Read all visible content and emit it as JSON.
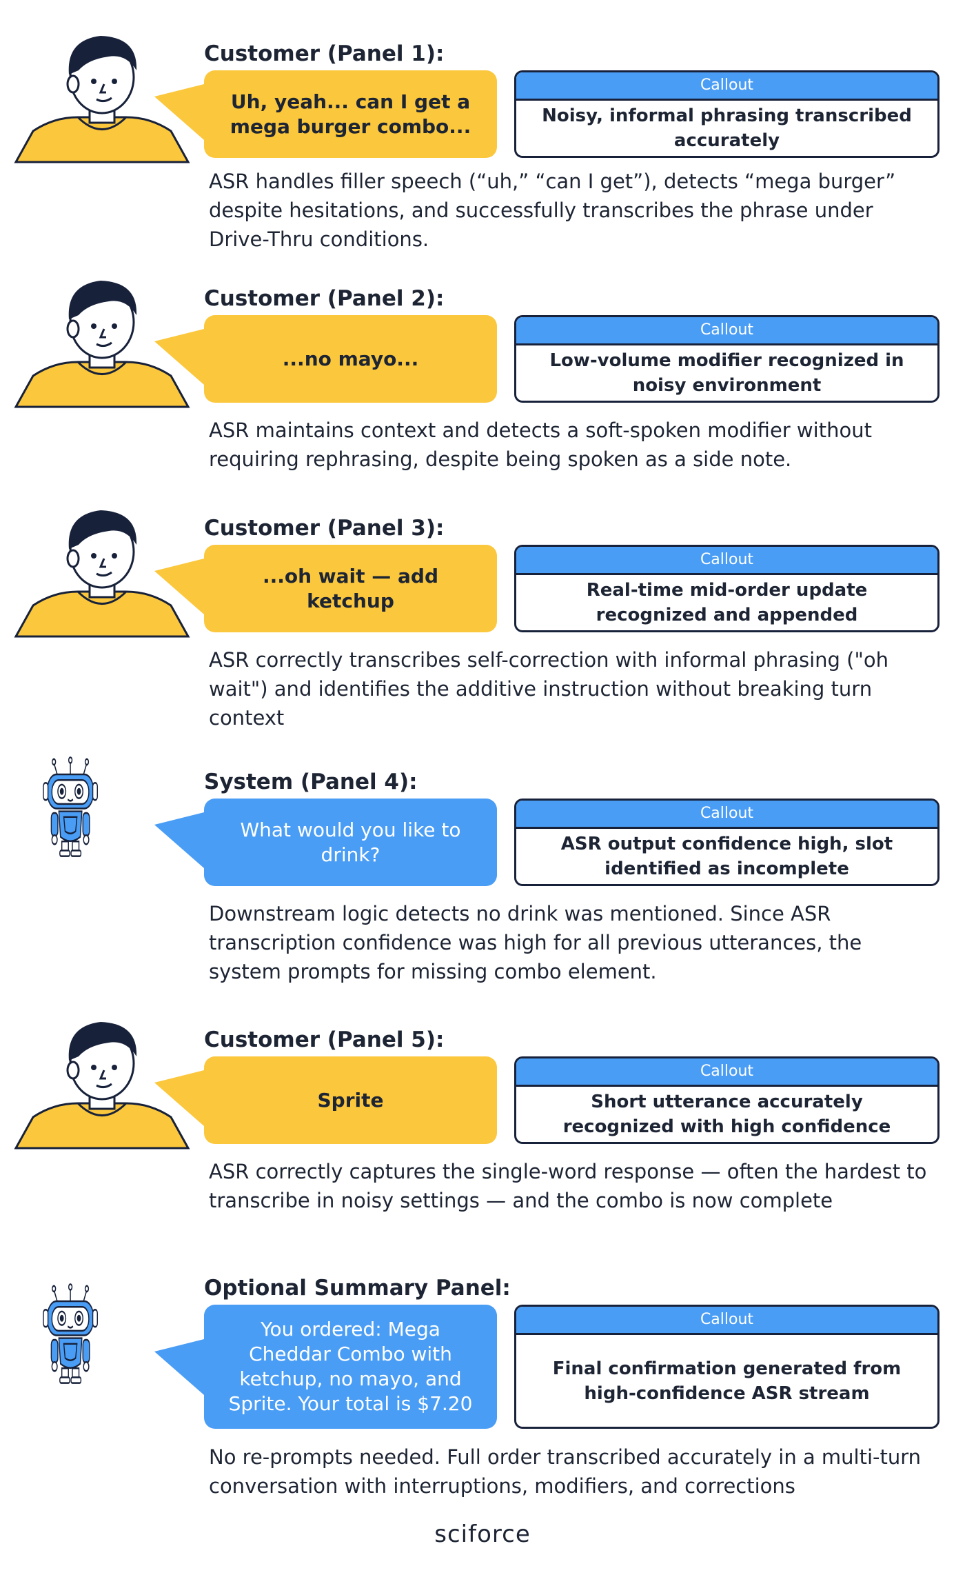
{
  "colors": {
    "customer_bubble": "#fbc73c",
    "system_bubble": "#4a9df5",
    "callout_header": "#4a9df5",
    "outline": "#17213a"
  },
  "panels": [
    {
      "speaker": "customer",
      "avatar_icon": "customer-avatar-icon",
      "title": "Customer (Panel 1):",
      "bubble": "Uh, yeah... can I get a mega burger combo...",
      "callout_label": "Callout",
      "callout_text": "Noisy, informal phrasing transcribed accurately",
      "description": "ASR handles filler speech (“uh,” “can I get”), detects “mega burger” despite hesitations, and successfully transcribes the phrase under Drive-Thru conditions."
    },
    {
      "speaker": "customer",
      "avatar_icon": "customer-avatar-icon",
      "title": "Customer (Panel 2):",
      "bubble": "...no mayo...",
      "callout_label": "Callout",
      "callout_text": "Low-volume modifier recognized in noisy environment",
      "description": "ASR maintains context and detects a soft-spoken modifier without requiring rephrasing, despite being spoken as a side note."
    },
    {
      "speaker": "customer",
      "avatar_icon": "customer-avatar-icon",
      "title": "Customer (Panel 3):",
      "bubble": "...oh wait — add ketchup",
      "callout_label": "Callout",
      "callout_text": "Real-time mid-order update recognized and appended",
      "description": "ASR correctly transcribes self-correction with informal phrasing (\"oh wait\") and identifies the additive instruction without breaking turn context"
    },
    {
      "speaker": "system",
      "avatar_icon": "robot-avatar-icon",
      "title": "System (Panel 4):",
      "bubble": "What would you like to drink?",
      "callout_label": "Callout",
      "callout_text": "ASR output confidence high, slot identified as incomplete",
      "description": "Downstream logic detects no drink was mentioned. Since ASR transcription confidence was high for all previous utterances, the system prompts for missing combo element."
    },
    {
      "speaker": "customer",
      "avatar_icon": "customer-avatar-icon",
      "title": "Customer (Panel 5):",
      "bubble": "Sprite",
      "callout_label": "Callout",
      "callout_text": "Short utterance accurately recognized with high confidence",
      "description": "ASR correctly captures the single-word response — often the hardest to transcribe in noisy settings — and the combo is now complete"
    },
    {
      "speaker": "system",
      "avatar_icon": "robot-avatar-icon",
      "title": "Optional Summary Panel:",
      "bubble": "You ordered: Mega Cheddar Combo with ketchup, no mayo, and Sprite. Your total is $7.20",
      "callout_label": "Callout",
      "callout_text": "Final confirmation generated from high-confidence ASR stream",
      "description": "No re-prompts needed. Full order transcribed accurately in a multi-turn conversation with interruptions, modifiers, and corrections"
    }
  ],
  "logo": "sciforce"
}
